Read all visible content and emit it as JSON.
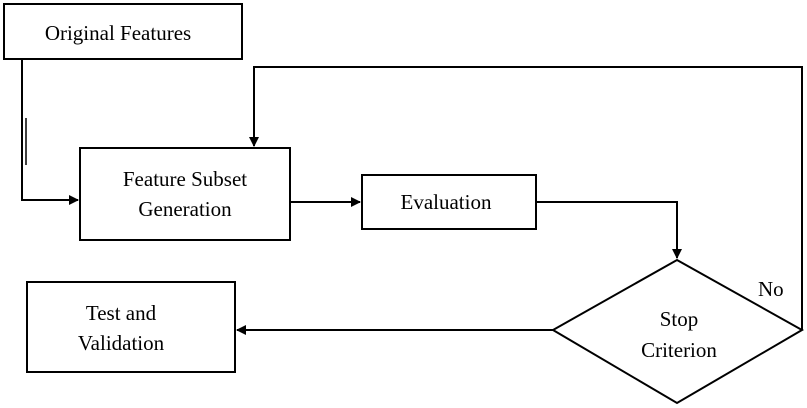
{
  "nodes": {
    "original_features": "Original Features",
    "feature_subset_generation": [
      "Feature Subset",
      "Generation"
    ],
    "evaluation": "Evaluation",
    "stop_criterion": [
      "Stop",
      "Criterion"
    ],
    "test_and_validation": [
      "Test and",
      "Validation"
    ]
  },
  "edge_labels": {
    "no": "No"
  }
}
